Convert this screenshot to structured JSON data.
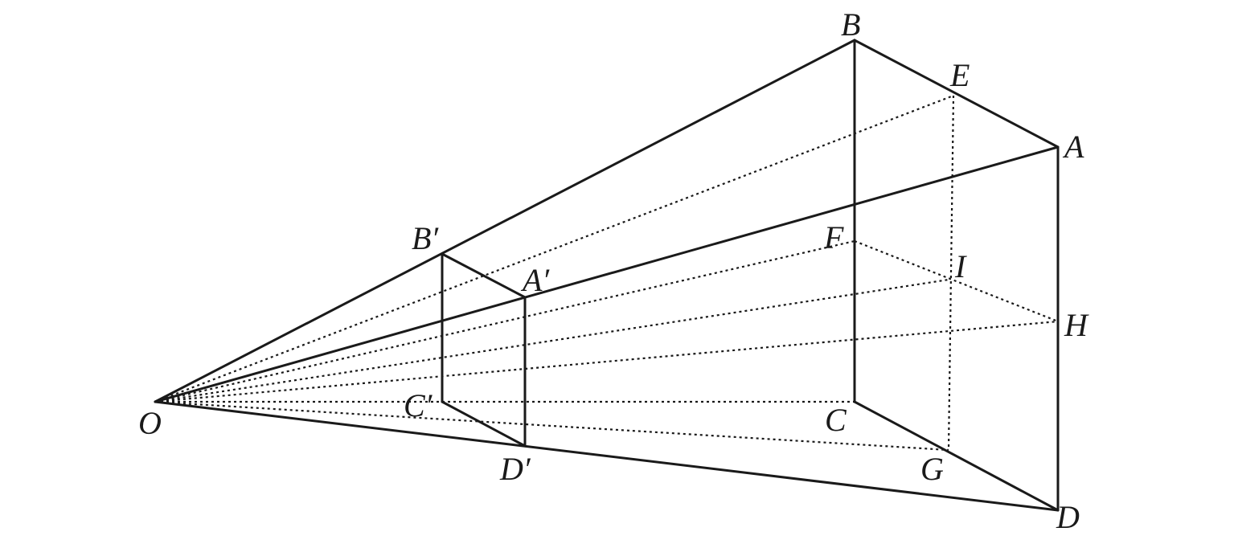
{
  "labels": {
    "O": "O",
    "A": "A",
    "B": "B",
    "C": "C",
    "D": "D",
    "E": "E",
    "F": "F",
    "G": "G",
    "H": "H",
    "I": "I",
    "A_prime": "A′",
    "B_prime": "B′",
    "C_prime": "C′",
    "D_prime": "D′"
  }
}
